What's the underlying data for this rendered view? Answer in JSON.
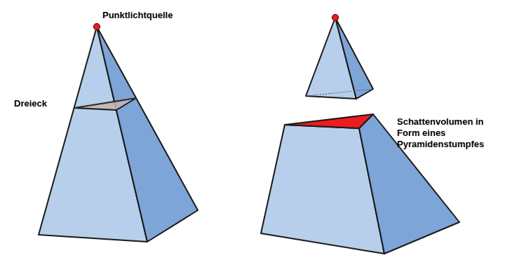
{
  "diagram": {
    "labels": [
      "Punktlichtquelle",
      "Dreieck",
      "Schattenvolumen in Form eines Pyramidenstumpfes"
    ]
  }
}
